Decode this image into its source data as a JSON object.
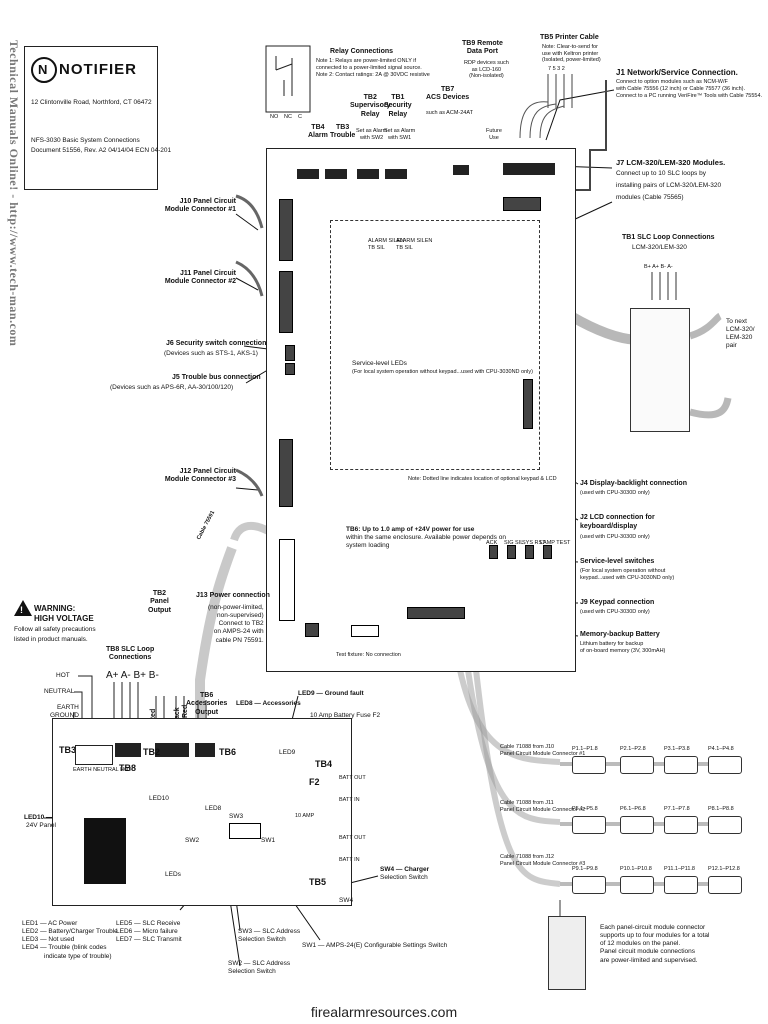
{
  "side_text": "Technical Manuals Online! - http://www.tech-man.com",
  "header": {
    "brand": "NOTIFIER",
    "address": "12 Clintonville Road, Northford, CT  06472",
    "doc_title": "NFS-3030 Basic System Connections",
    "doc_info": "Document 51556, Rev. A2     04/14/04     ECN 04-201"
  },
  "relay": {
    "title": "Relay Connections",
    "note1": "Note 1:  Relays are power-limited ONLY if",
    "note1b": "connected to a power-limited signal source.",
    "note2": "Note 2:  Contact ratings: 2A @ 30VDC resistive",
    "contacts": [
      "NO",
      "NC",
      "C"
    ]
  },
  "tb_top": {
    "tb4": [
      "TB4",
      "Alarm"
    ],
    "tb3": [
      "TB3",
      "Trouble"
    ],
    "tb2": [
      "TB2",
      "Supervisory",
      "Relay"
    ],
    "tb2_sub": [
      "Set as Alarm",
      "with SW2"
    ],
    "tb1": [
      "TB1",
      "Security",
      "Relay"
    ],
    "tb1_sub": [
      "Set as Alarm",
      "with SW1"
    ],
    "tb7": [
      "TB7",
      "ACS Devices"
    ],
    "tb7_sub": "such as ACM-24AT",
    "tb9": [
      "TB9 Remote",
      "Data Port"
    ],
    "tb9_sub": [
      "RDP devices such",
      "as LCD-160",
      "(Non-isolated)"
    ],
    "future": [
      "Future",
      "Use"
    ],
    "tb5": "TB5 Printer Cable",
    "tb5_sub": [
      "Note: Clear-to-send for",
      "use with Keltron printer",
      "(Isolated, power-limited)"
    ],
    "tb5_pins": "7  5  3 2"
  },
  "right_labels": {
    "j1_title": "J1 Network/Service Connection.",
    "j1_l1": "Connect to option modules  such as NCM-W/F",
    "j1_l2": "with Cable 75556 (12 inch)  or  Cable 75577 (36 inch).",
    "j1_l3": "Connect to a PC running  VeriFire™ Tools with Cable 75554.",
    "j7_title": "J7 LCM-320/LEM-320 Modules.",
    "j7_l1": "Connect up to 10 SLC loops by",
    "j7_l2": "installing pairs of LCM-320/LEM-320",
    "j7_l3": "modules (Cable 75565)",
    "tb1slc_title": "TB1 SLC Loop Connections",
    "tb1slc_sub": "LCM-320/LEM-320",
    "tb1slc_pins": "B+ A+ B- A-",
    "next": [
      "To next",
      "LCM-320/",
      "LEM-320",
      "pair"
    ],
    "j4_title": "J4 Display-backlight connection",
    "j4_sub": "(used with CPU-3030D only)",
    "j2_title": "J2 LCD connection for",
    "j2_title2": "keyboard/display",
    "j2_sub": "(used with CPU-3030D only)",
    "svc_title": "Service-level switches",
    "svc_l1": "(For  local system operation without",
    "svc_l2": "keypad...used with CPU-3030ND only)",
    "j9": "J9 Keypad connection",
    "j9_sub": "(used with CPU-3030D only)",
    "mem_title": "Memory-backup Battery",
    "mem_l1": "Lithium battery for backup",
    "mem_l2": "of on-board memory (3V, 300mAH)"
  },
  "left_labels": {
    "j10": [
      "J10  Panel Circuit",
      "Module Connector #1"
    ],
    "j11": [
      "J11  Panel Circuit",
      "Module Connector #2"
    ],
    "j6": "J6 Security switch connection",
    "j6_sub": "(Devices such as STS-1, AKS-1)",
    "j5": "J5 Trouble bus connection",
    "j5_sub": "(Devices such as APS-6R, AA-30/100/120)",
    "j12": [
      "J12  Panel Circuit",
      "Module Connector #3"
    ],
    "tb2_panel": [
      "TB2",
      "Panel",
      "Output"
    ],
    "j13_title": "J13 Power connection",
    "j13_l1": "(non-power-limited,",
    "j13_l2": "non-supervised)",
    "j13_l3": "Connect to TB2",
    "j13_l4": "on AMPS-24 with",
    "j13_l5": "cable PN 75591.",
    "cable": "Cable 75591"
  },
  "board_labels": {
    "service_leds": "Service-level LEDs",
    "service_leds_sub": "(For  local system operation without keypad...used with CPU-3030ND only)",
    "note_dotted": "Note:  Dotted line indicates location of optional keypad & LCD",
    "tb6_note1": "TB6: Up to 1.0 amp of +24V power for use",
    "tb6_note2": "within the same enclosure.  Available power depends on",
    "tb6_note3": "system loading",
    "test_fixture": "Test fixture: No connection",
    "alarm_sil": [
      "ALARM SILEN",
      "TB SIL"
    ],
    "alarm_sil2": [
      "ALARM SILEN",
      "TB SIL"
    ],
    "sw_labels": [
      "ACK",
      "SIG SIL",
      "SYS RST",
      "LAMP TEST"
    ]
  },
  "warning": {
    "title": "WARNING:",
    "title2": "HIGH VOLTAGE",
    "l1": "Follow all safety  precautions",
    "l2": "listed in product  manuals."
  },
  "psu": {
    "tb8_title": [
      "TB8 SLC Loop",
      "Connections"
    ],
    "tb8_pins": "A+ A- B+ B-",
    "tb6_title": [
      "TB6",
      "Accessories",
      "Output"
    ],
    "red": "Red",
    "black": "Black",
    "red2": "Red",
    "hot": "HOT",
    "neutral": "NEUTRAL",
    "earth": [
      "EARTH",
      "GROUND"
    ],
    "tb3": "TB3",
    "tb8": "TB8",
    "tb2": "TB2",
    "tb6": "TB6",
    "tb4": "TB4",
    "tb5": "TB5",
    "f2": "F2",
    "sw1": "SW1",
    "sw2": "SW2",
    "sw3": "SW3",
    "sw4": "SW4",
    "led9_lbl": "LED9",
    "led9": "LED9 — Ground fault",
    "fuse": "10 Amp Battery Fuse F2",
    "led8": "LED8 — Accessories",
    "led8_lbl": "LED8",
    "led10": "LED10",
    "led10_desc": [
      "LED10 —",
      "24V Panel"
    ],
    "leds": "LEDs",
    "earth_neutral_hot": "EARTH  NEUTRAL  HOT",
    "batt_labels": [
      "BATT",
      "OUT",
      "BATT",
      "IN",
      "BATT",
      "OUT",
      "BATT",
      "IN"
    ],
    "amp": "10 AMP",
    "sw4_desc": [
      "SW4 — Charger",
      "Selection Switch"
    ],
    "led_list": [
      "LED1 — AC Power",
      "LED2 — Battery/Charger Trouble",
      "LED3 — Not used",
      "LED4 — Trouble (blink codes",
      "indicate type of trouble)"
    ],
    "led_list2": [
      "LED5 — SLC Receive",
      "LED6 — Micro failure",
      "LED7 — SLC Transmit"
    ],
    "sw3_desc": [
      "SW3 — SLC Address",
      "Selection Switch"
    ],
    "sw2_desc": [
      "SW2 — SLC Address",
      "Selection Switch"
    ],
    "sw1_desc": "SW1 — AMPS-24(E) Configurable Settings Switch"
  },
  "cables": {
    "c1": [
      "Cable 71088 from J10",
      "Panel Circuit Module Connector #1"
    ],
    "c2": [
      "Cable 71088 from J11",
      "Panel Circuit Module Connector #2"
    ],
    "c3": [
      "Cable 71088 from J12",
      "Panel Circuit Module Connector #3"
    ],
    "row1": [
      "P1.1–P1.8",
      "P2.1–P2.8",
      "P3.1–P3.8",
      "P4.1–P4.8"
    ],
    "row2": [
      "P5.1–P5.8",
      "P6.1–P6.8",
      "P7.1–P7.8",
      "P8.1–P8.8"
    ],
    "row3": [
      "P9.1–P9.8",
      "P10.1–P10.8",
      "P11.1–P11.8",
      "P12.1–P12.8"
    ],
    "note": [
      "Each panel-circuit module connector",
      "supports up to four modules for a total",
      "of 12 modules on the panel.",
      "Panel circuit module connections",
      "are power-limited and supervised."
    ]
  },
  "footer": "firealarmresources.com"
}
